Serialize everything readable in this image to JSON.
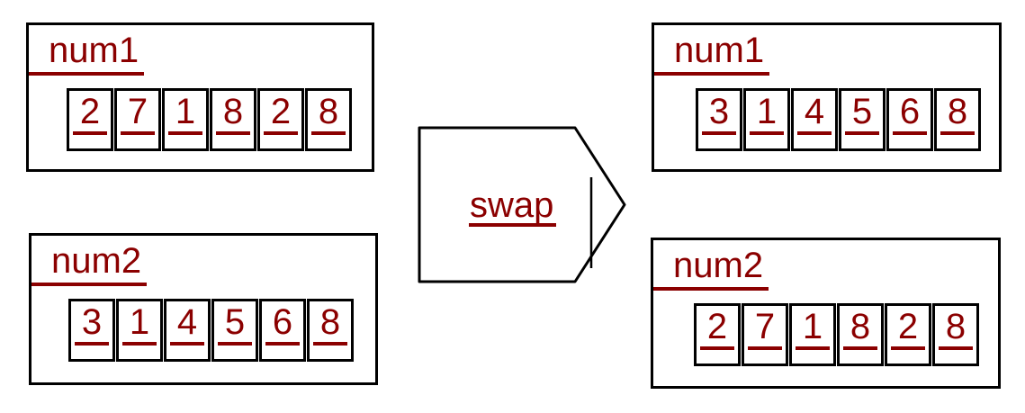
{
  "colors": {
    "accent": "#8b0000",
    "line": "#000000",
    "background": "#ffffff"
  },
  "operation": {
    "label": "swap"
  },
  "before": {
    "num1": {
      "label": "num1",
      "digits": [
        "2",
        "7",
        "1",
        "8",
        "2",
        "8"
      ]
    },
    "num2": {
      "label": "num2",
      "digits": [
        "3",
        "1",
        "4",
        "5",
        "6",
        "8"
      ]
    }
  },
  "after": {
    "num1": {
      "label": "num1",
      "digits": [
        "3",
        "1",
        "4",
        "5",
        "6",
        "8"
      ]
    },
    "num2": {
      "label": "num2",
      "digits": [
        "2",
        "7",
        "1",
        "8",
        "2",
        "8"
      ]
    }
  }
}
